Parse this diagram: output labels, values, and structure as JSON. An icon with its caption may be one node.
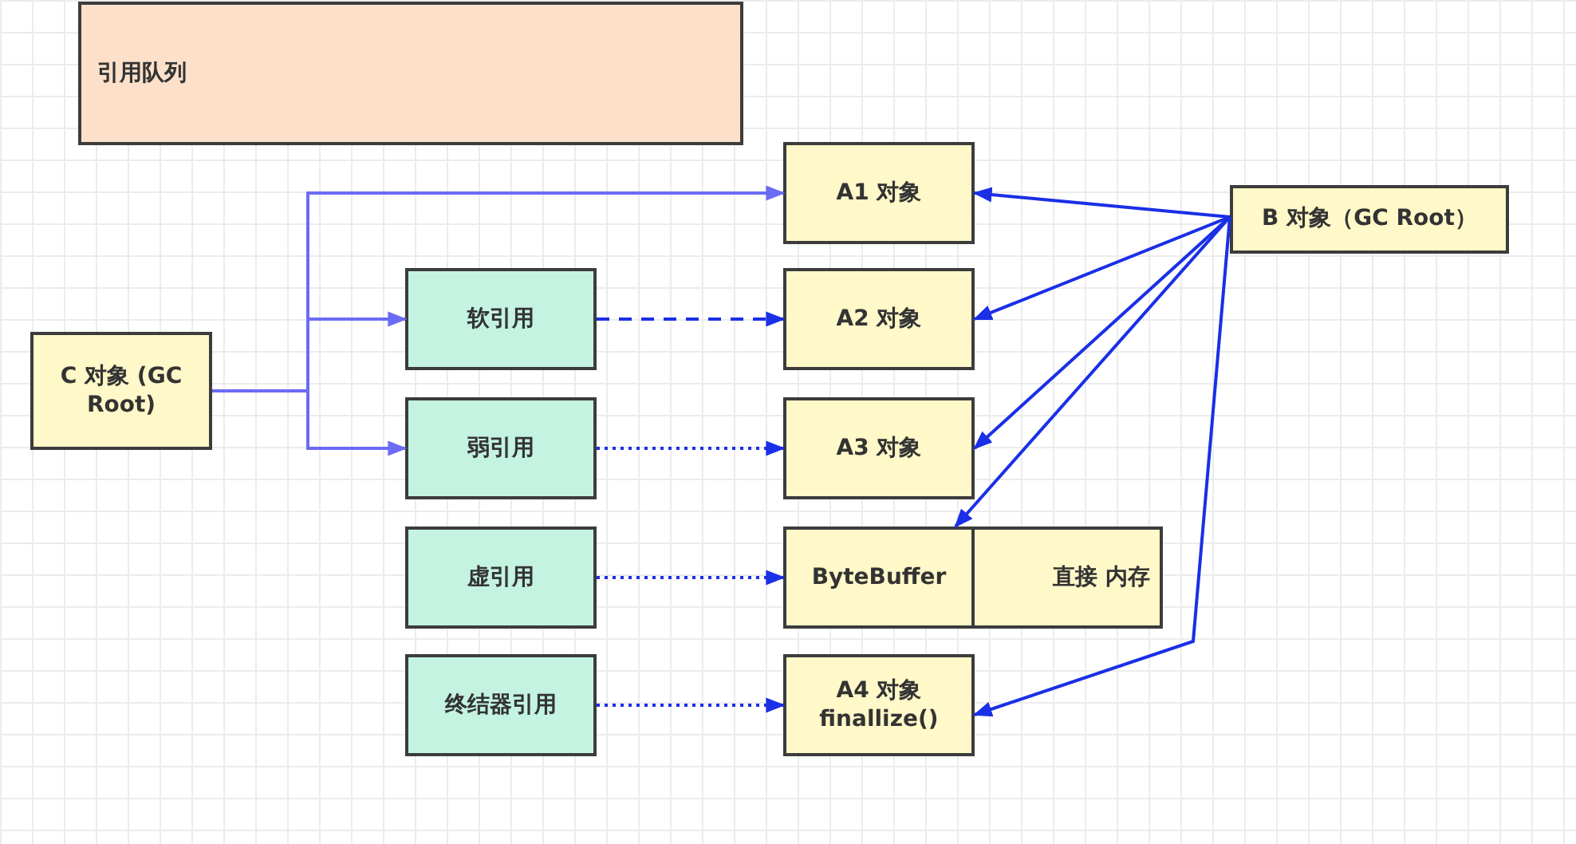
{
  "diagram": {
    "nodes": [
      {
        "text": [
          "引用队列"
        ]
      },
      {
        "text": [
          "A1 对象"
        ]
      },
      {
        "text": [
          "B 对象（GC Root）"
        ]
      },
      {
        "text": [
          "软引用"
        ]
      },
      {
        "text": [
          "A2 对象"
        ]
      },
      {
        "text": [
          "C 对象 (GC Root)"
        ]
      },
      {
        "text": [
          "弱引用"
        ]
      },
      {
        "text": [
          "A3 对象"
        ]
      },
      {
        "text": [
          "虚引用"
        ]
      },
      {
        "text": [
          "ByteBuffer"
        ]
      },
      {
        "text": [
          "直接 内存"
        ]
      },
      {
        "text": [
          "终结器引用"
        ]
      },
      {
        "text": [
          "A4 对象 finallize()"
        ]
      }
    ],
    "edges": [
      {
        "from": 5,
        "to": 1,
        "arrow": "to",
        "color": "#6b6bf5"
      },
      {
        "from": 5,
        "to": 3,
        "arrow": "to",
        "color": "#6b6bf5"
      },
      {
        "from": 5,
        "to": 6,
        "arrow": "to",
        "color": "#6b6bf5"
      },
      {
        "from": 3,
        "to": 4,
        "arrow": "to",
        "style": "dashed"
      },
      {
        "from": 6,
        "to": 7,
        "arrow": "to",
        "style": "dashed"
      },
      {
        "from": 8,
        "to": 9,
        "arrow": "to",
        "style": "dashed"
      },
      {
        "from": 11,
        "to": 12,
        "arrow": "to",
        "style": "dashed"
      },
      {
        "from": 2,
        "to": 1,
        "arrow": "to"
      },
      {
        "from": 2,
        "to": 4,
        "arrow": "to"
      },
      {
        "from": 2,
        "to": 7,
        "arrow": "to"
      },
      {
        "from": 2,
        "to": 9,
        "arrow": "to"
      },
      {
        "from": 2,
        "to": 12,
        "arrow": "to"
      }
    ]
  }
}
